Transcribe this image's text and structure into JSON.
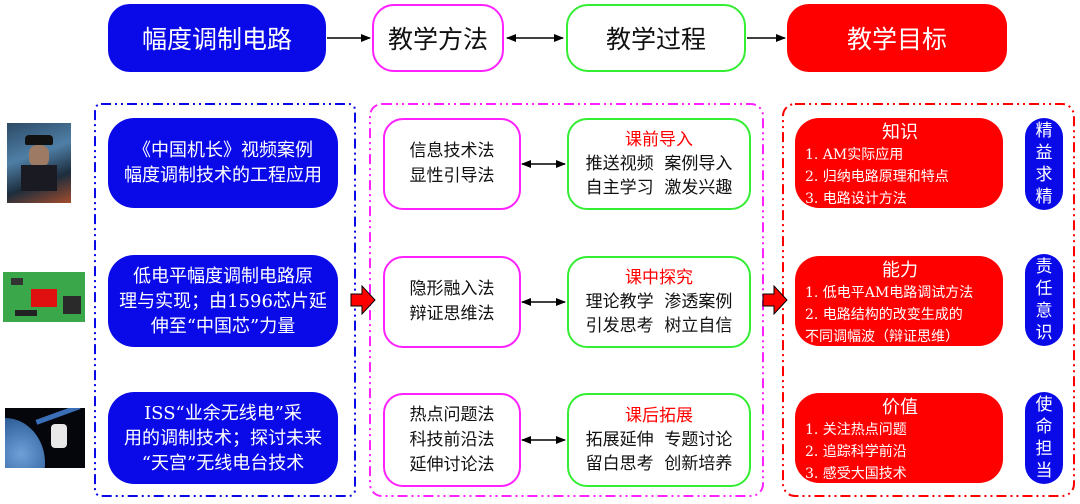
{
  "header": {
    "topic": "幅度调制电路",
    "method": "教学方法",
    "process": "教学过程",
    "goal": "教学目标"
  },
  "images": [
    {
      "icon": "movie-poster-image",
      "alt": "中国机长"
    },
    {
      "icon": "chip-board-image",
      "alt": "中国芯"
    },
    {
      "icon": "space-station-image",
      "alt": "天宫"
    }
  ],
  "cases": [
    {
      "lines": [
        "《中国机长》视频案例",
        "幅度调制技术的工程应用"
      ]
    },
    {
      "lines": [
        "低电平幅度调制电路原",
        "理与实现；由1596芯片延",
        "伸至“中国芯”力量"
      ]
    },
    {
      "lines": [
        "ISS“业余无线电”采",
        "用的调制技术；探讨未来",
        "“天宫”无线电台技术"
      ]
    }
  ],
  "methods": [
    {
      "lines": [
        "信息技术法",
        "显性引导法"
      ]
    },
    {
      "lines": [
        "隐形融入法",
        "辩证思维法"
      ]
    },
    {
      "lines": [
        "热点问题法",
        "科技前沿法",
        "延伸讨论法"
      ]
    }
  ],
  "processes": [
    {
      "title": "课前导入",
      "lines": [
        "推送视频  案例导入",
        "自主学习  激发兴趣"
      ]
    },
    {
      "title": "课中探究",
      "lines": [
        "理论教学  渗透案例",
        "引发思考  树立自信"
      ]
    },
    {
      "title": "课后拓展",
      "lines": [
        "拓展延伸  专题讨论",
        "留白思考  创新培养"
      ]
    }
  ],
  "goals": [
    {
      "title": "知识",
      "lines": [
        "1. AM实际应用",
        "2. 归纳电路原理和特点",
        "3. 电路设计方法"
      ]
    },
    {
      "title": "能力",
      "lines": [
        "1. 低电平AM电路调试方法",
        "2. 电路结构的改变生成的",
        "不同调幅波（辩证思维）"
      ]
    },
    {
      "title": "价值",
      "lines": [
        "1. 关注热点问题",
        "2. 追踪科学前沿",
        "3. 感受大国技术"
      ]
    }
  ],
  "values": [
    {
      "chars": [
        "精",
        "益",
        "求",
        "精"
      ]
    },
    {
      "chars": [
        "责",
        "任",
        "意",
        "识"
      ]
    },
    {
      "chars": [
        "使",
        "命",
        "担",
        "当"
      ]
    }
  ],
  "colors": {
    "blue": "#0a0ae8",
    "red": "#ff0000",
    "magenta": "#ff22ff",
    "green": "#33ee33"
  }
}
